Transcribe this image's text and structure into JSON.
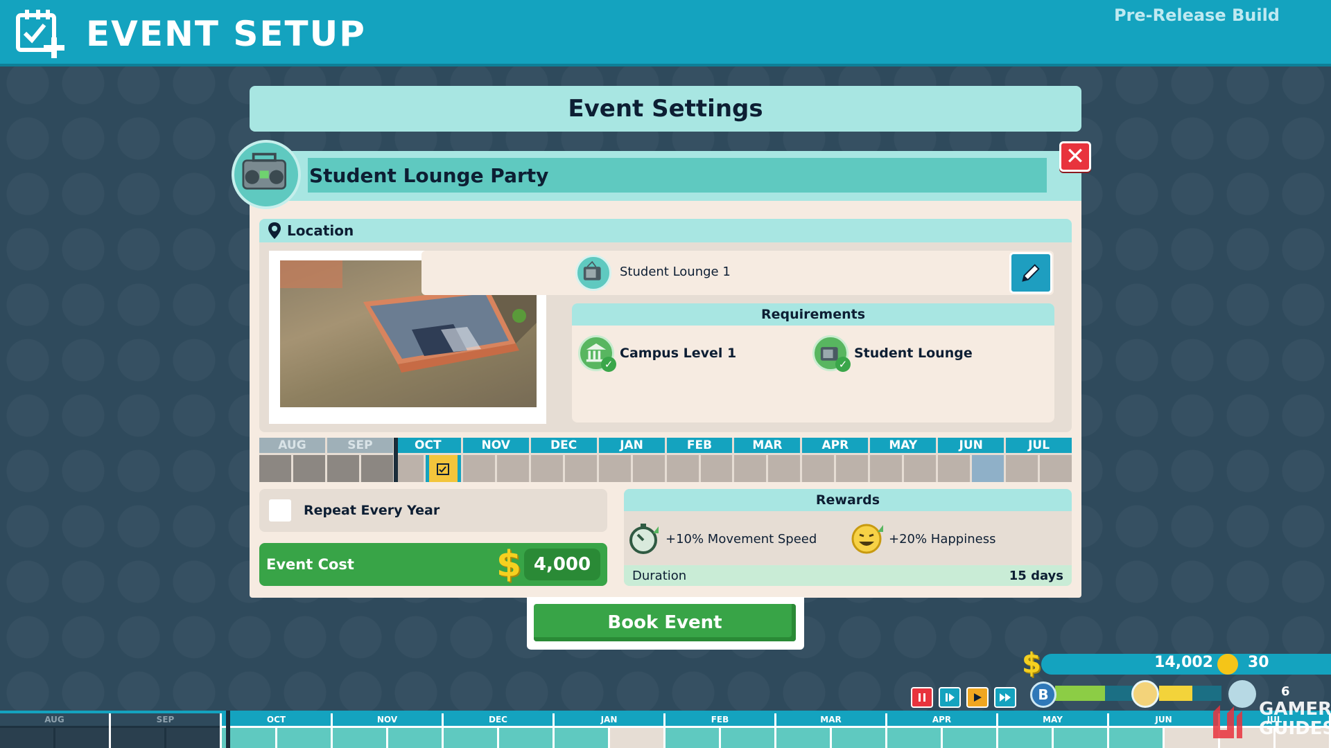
{
  "header": {
    "title": "EVENT SETUP",
    "build_label": "Pre-Release Build"
  },
  "dialog": {
    "title": "Event Settings",
    "event_name": "Student Lounge Party",
    "close_label": "✕",
    "location": {
      "heading": "Location",
      "room_name": "Student Lounge 1"
    },
    "requirements": {
      "heading": "Requirements",
      "items": [
        {
          "label": "Campus Level 1",
          "icon": "campus-building-icon",
          "met": true
        },
        {
          "label": "Student Lounge",
          "icon": "tv-room-icon",
          "met": true
        }
      ]
    },
    "months": [
      {
        "label": "AUG",
        "past": true
      },
      {
        "label": "SEP",
        "past": true
      },
      {
        "label": "OCT",
        "past": false
      },
      {
        "label": "NOV",
        "past": false
      },
      {
        "label": "DEC",
        "past": false
      },
      {
        "label": "JAN",
        "past": false
      },
      {
        "label": "FEB",
        "past": false
      },
      {
        "label": "MAR",
        "past": false
      },
      {
        "label": "APR",
        "past": false
      },
      {
        "label": "MAY",
        "past": false
      },
      {
        "label": "JUN",
        "past": false
      },
      {
        "label": "JUL",
        "past": false
      }
    ],
    "repeat_label": "Repeat Every Year",
    "repeat_checked": false,
    "cost": {
      "label": "Event Cost",
      "currency_symbol": "$",
      "value": "4,000"
    },
    "rewards": {
      "heading": "Rewards",
      "items": [
        {
          "label": "+10% Movement Speed",
          "icon": "stopwatch-icon"
        },
        {
          "label": "+20% Happiness",
          "icon": "laughing-face-icon"
        }
      ],
      "duration_label": "Duration",
      "duration_value": "15 days"
    },
    "book_label": "Book Event"
  },
  "hud": {
    "currency_symbol": "$",
    "money": "14,002",
    "kudos": "30",
    "grade": "B",
    "staff_count": "6",
    "speed_buttons": [
      "pause",
      "step",
      "play",
      "fast-forward"
    ]
  },
  "bottom_timeline": {
    "months": [
      {
        "label": "AUG",
        "past": true
      },
      {
        "label": "SEP",
        "past": true
      },
      {
        "label": "OCT",
        "past": false
      },
      {
        "label": "NOV",
        "past": false
      },
      {
        "label": "DEC",
        "past": false
      },
      {
        "label": "JAN",
        "past": false
      },
      {
        "label": "FEB",
        "past": false
      },
      {
        "label": "MAR",
        "past": false
      },
      {
        "label": "APR",
        "past": false
      },
      {
        "label": "MAY",
        "past": false
      },
      {
        "label": "JUN",
        "past": false
      },
      {
        "label": "JUL",
        "past": false
      }
    ]
  },
  "watermark": {
    "text_line1": "GAMER",
    "text_line2": "GUIDES"
  },
  "colors": {
    "header": "#14a3bf",
    "accent_panel": "#a8e6e2",
    "confirm_green": "#38a447",
    "close_red": "#e8333d"
  }
}
